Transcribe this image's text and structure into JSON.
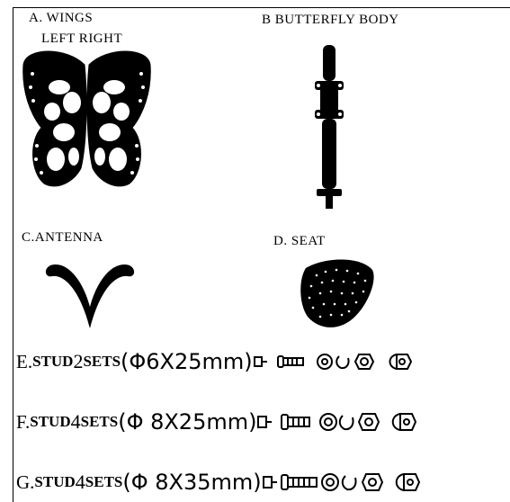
{
  "parts": {
    "wings": {
      "title": "A.  WINGS",
      "sub": "LEFT  RIGHT",
      "icon": "butterfly-wings-icon"
    },
    "body": {
      "title": "B BUTTERFLY BODY",
      "icon": "butterfly-body-icon"
    },
    "antenna": {
      "title": "C.ANTENNA",
      "icon": "antenna-icon"
    },
    "seat": {
      "title": "D. SEAT",
      "icon": "seat-icon"
    }
  },
  "studs": [
    {
      "letter": "E.",
      "stud": "STUD",
      "qty": " 2",
      "sets": "SETS",
      "spec": "(Φ6X25mm)"
    },
    {
      "letter": "F.",
      "stud": "STUD",
      "qty": " 4",
      "sets": "SETS",
      "spec": "(Φ 8X25mm)"
    },
    {
      "letter": "G.",
      "stud": "STUD",
      "qty": " 4",
      "sets": "SETS",
      "spec": "(Φ 8X35mm)"
    }
  ],
  "hardware_icons": [
    "bolt-icon",
    "washer-icon",
    "spring-washer-icon",
    "hex-nut-icon",
    "cap-nut-icon"
  ],
  "colors": {
    "ink": "#000000",
    "paper": "#ffffff"
  }
}
